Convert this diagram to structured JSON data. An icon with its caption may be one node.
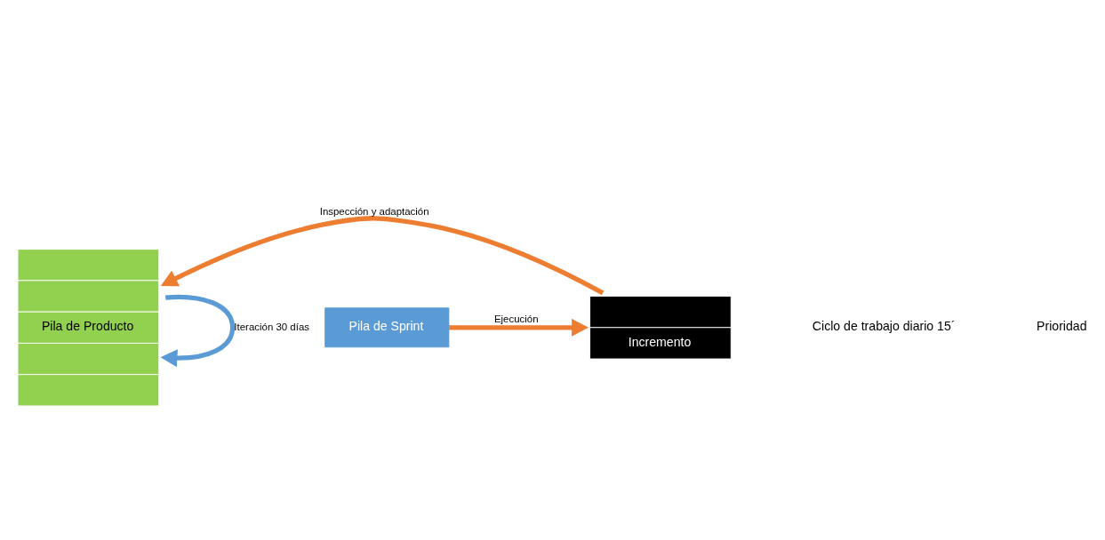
{
  "diagram": {
    "nodes": [
      {
        "text": [
          "Pila de Producto"
        ]
      },
      {
        "text": [
          "Pila de Sprint"
        ]
      },
      {
        "text": [
          "Incremento"
        ]
      }
    ],
    "edges": [
      {
        "from": 2,
        "to": 0,
        "arrow": "to",
        "label": "Inspección y adaptación"
      },
      {
        "from": 0,
        "to": 0,
        "arrow": "to",
        "label": "Iteración 30 días",
        "color": "#5b9bd5"
      },
      {
        "from": 1,
        "to": 2,
        "arrow": "to",
        "label": "Ejecución"
      }
    ],
    "labels": [
      "Ciclo de trabajo diario 15´",
      "Prioridad"
    ]
  }
}
